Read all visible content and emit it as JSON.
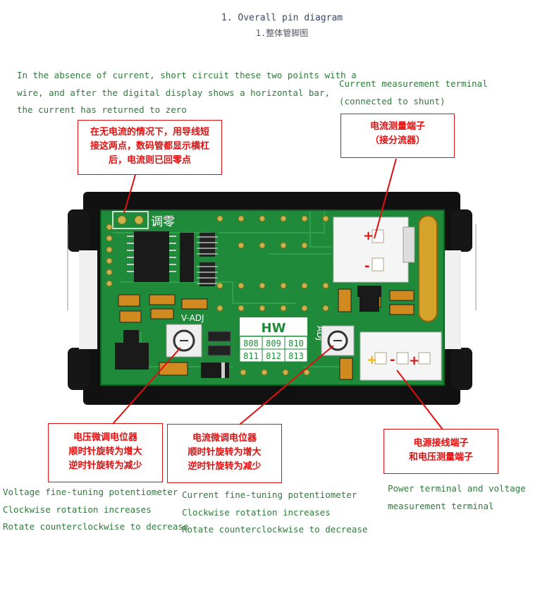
{
  "title": {
    "en": "1. Overall pin diagram",
    "cn": "1.整体管脚图"
  },
  "zero_note": {
    "en_lines": [
      "In the absence of current, short circuit these two points with a",
      "wire, and after the digital display shows a horizontal bar,",
      "the current has returned to zero"
    ],
    "cn_lines": [
      "在无电流的情况下，用导线短",
      "接这两点，数码管都显示横杠",
      "后，电流则已回零点"
    ]
  },
  "shunt_terminal": {
    "en_lines": [
      "Current measurement terminal",
      "(connected to shunt)"
    ],
    "cn_lines": [
      "电流测量端子",
      "（接分流器）"
    ]
  },
  "voltage_pot": {
    "cn_lines": [
      "电压微调电位器",
      "顺时针旋转为增大",
      "逆时针旋转为减少"
    ],
    "en_lines": [
      "Voltage fine-tuning potentiometer",
      "Clockwise rotation increases",
      "Rotate counterclockwise to decrease"
    ]
  },
  "current_pot": {
    "cn_lines": [
      "电流微调电位器",
      "顺时针旋转为增大",
      "逆时针旋转为减少"
    ],
    "en_lines": [
      "Current fine-tuning potentiometer",
      "Clockwise rotation increases",
      "Rotate counterclockwise to decrease"
    ]
  },
  "power_terminal": {
    "cn_lines": [
      "电源接线端子",
      "和电压测量端子"
    ],
    "en_lines": [
      "Power terminal and voltage",
      "measurement terminal"
    ]
  },
  "board": {
    "zero_label": "调零",
    "v_adj_label": "V-ADJ",
    "adj_label": "ADJ",
    "brand": "HW",
    "model_codes": [
      "808",
      "809",
      "810",
      "811",
      "812",
      "813"
    ],
    "plus": "+",
    "minus": "-"
  },
  "colors": {
    "pcb": "#1f8a3a",
    "annotation_red": "#e01010",
    "english_green": "#2f7a3a",
    "case": "#141414"
  }
}
